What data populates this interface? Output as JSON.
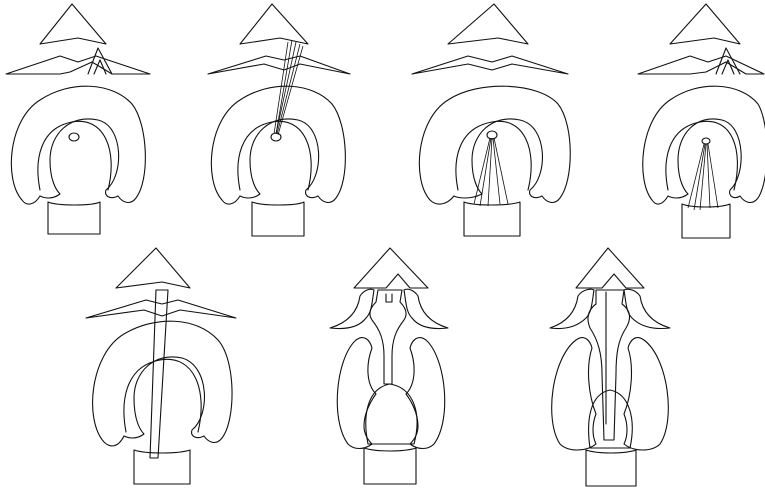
{
  "figure": {
    "background": "#ffffff",
    "stroke_color": "#111111",
    "panels": [
      {
        "id": "panel-1",
        "name": "stage-1-pistil-bud"
      },
      {
        "id": "panel-2",
        "name": "stage-2-tube-entering-stigma"
      },
      {
        "id": "panel-3",
        "name": "stage-3-tubes-in-style"
      },
      {
        "id": "panel-4",
        "name": "stage-4-tubes-reaching-ovary"
      },
      {
        "id": "panel-5",
        "name": "stage-5-single-tube-through-pistil"
      },
      {
        "id": "panel-6",
        "name": "stage-6-developing-pistil"
      },
      {
        "id": "panel-7",
        "name": "stage-7-mature-pistil"
      }
    ]
  }
}
